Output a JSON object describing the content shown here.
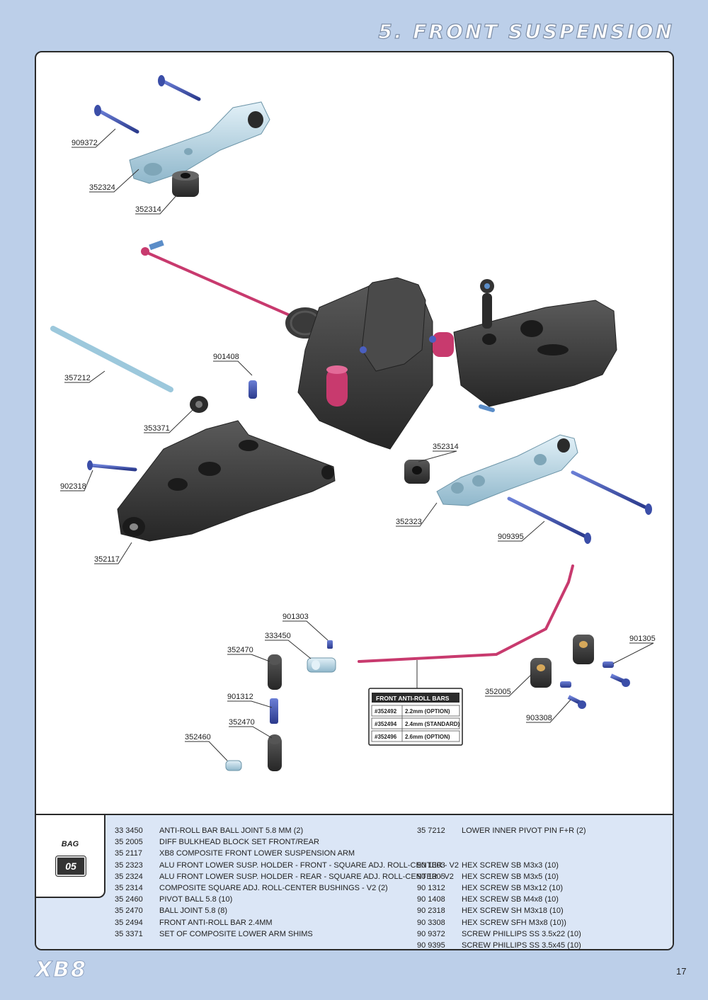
{
  "page_title": "5. FRONT SUSPENSION",
  "page_number": "17",
  "logo": "XB8",
  "colors": {
    "page_bg": "#bccfe9",
    "parts_bg": "#dbe6f6",
    "screw": "#3b4ea8",
    "rod": "#c83a6e",
    "alu": "#b7d6e6",
    "composite": "#3d3d3d"
  },
  "callouts": {
    "c909372": "909372",
    "c352324": "352324",
    "c352314a": "352314",
    "c357212": "357212",
    "c901408": "901408",
    "c353371": "353371",
    "c902318": "902318",
    "c352117": "352117",
    "c352314b": "352314",
    "c352323": "352323",
    "c909395": "909395",
    "c901303": "901303",
    "c333450": "333450",
    "c352470a": "352470",
    "c901312": "901312",
    "c352470b": "352470",
    "c352460": "352460",
    "c352005": "352005",
    "c901305": "901305",
    "c903308": "903308"
  },
  "antiroll_table": {
    "header": "FRONT ANTI-ROLL BARS",
    "rows": [
      {
        "part": "#352492",
        "spec": "2.2mm (OPTION)"
      },
      {
        "part": "#352494",
        "spec": "2.4mm (STANDARD)"
      },
      {
        "part": "#352496",
        "spec": "2.6mm (OPTION)"
      }
    ]
  },
  "bag": {
    "label": "BAG",
    "number": "05"
  },
  "parts_col1": [
    {
      "no": "33 3450",
      "desc": "ANTI-ROLL BAR BALL JOINT 5.8 MM (2)"
    },
    {
      "no": "35 2005",
      "desc": "DIFF BULKHEAD BLOCK SET FRONT/REAR"
    },
    {
      "no": "35 2117",
      "desc": "XB8 COMPOSITE FRONT LOWER SUSPENSION ARM"
    },
    {
      "no": "35 2323",
      "desc": "ALU FRONT LOWER SUSP. HOLDER - FRONT - SQUARE ADJ. ROLL-CENTER - V2"
    },
    {
      "no": "35 2324",
      "desc": "ALU FRONT LOWER SUSP. HOLDER - REAR - SQUARE ADJ. ROLL-CENTER - V2"
    },
    {
      "no": "35 2314",
      "desc": "COMPOSITE SQUARE ADJ. ROLL-CENTER BUSHINGS - V2 (2)"
    },
    {
      "no": "35 2460",
      "desc": "PIVOT BALL 5.8 (10)"
    },
    {
      "no": "35 2470",
      "desc": "BALL JOINT 5.8 (8)"
    },
    {
      "no": "35 2494",
      "desc": "FRONT ANTI-ROLL BAR 2.4MM"
    },
    {
      "no": "35 3371",
      "desc": "SET OF COMPOSITE LOWER ARM SHIMS"
    }
  ],
  "parts_col2": [
    {
      "no": "35 7212",
      "desc": "LOWER INNER PIVOT PIN F+R  (2)"
    },
    {
      "no": "",
      "desc": ""
    },
    {
      "no": "",
      "desc": ""
    },
    {
      "no": "90 1303",
      "desc": "HEX SCREW  SB M3x3  (10)"
    },
    {
      "no": "90 1305",
      "desc": "HEX SCREW  SB M3x5  (10)"
    },
    {
      "no": "90 1312",
      "desc": "HEX SCREW  SB M3x12  (10)"
    },
    {
      "no": "90 1408",
      "desc": "HEX SCREW  SB M4x8  (10)"
    },
    {
      "no": "90 2318",
      "desc": "HEX SCREW  SH M3x18  (10)"
    },
    {
      "no": "90 3308",
      "desc": "HEX SCREW  SFH M3x8  (10))"
    },
    {
      "no": "90 9372",
      "desc": "SCREW PHILLIPS SS 3.5x22  (10)"
    },
    {
      "no": "90 9395",
      "desc": "SCREW PHILLIPS SS 3.5x45  (10)"
    }
  ]
}
